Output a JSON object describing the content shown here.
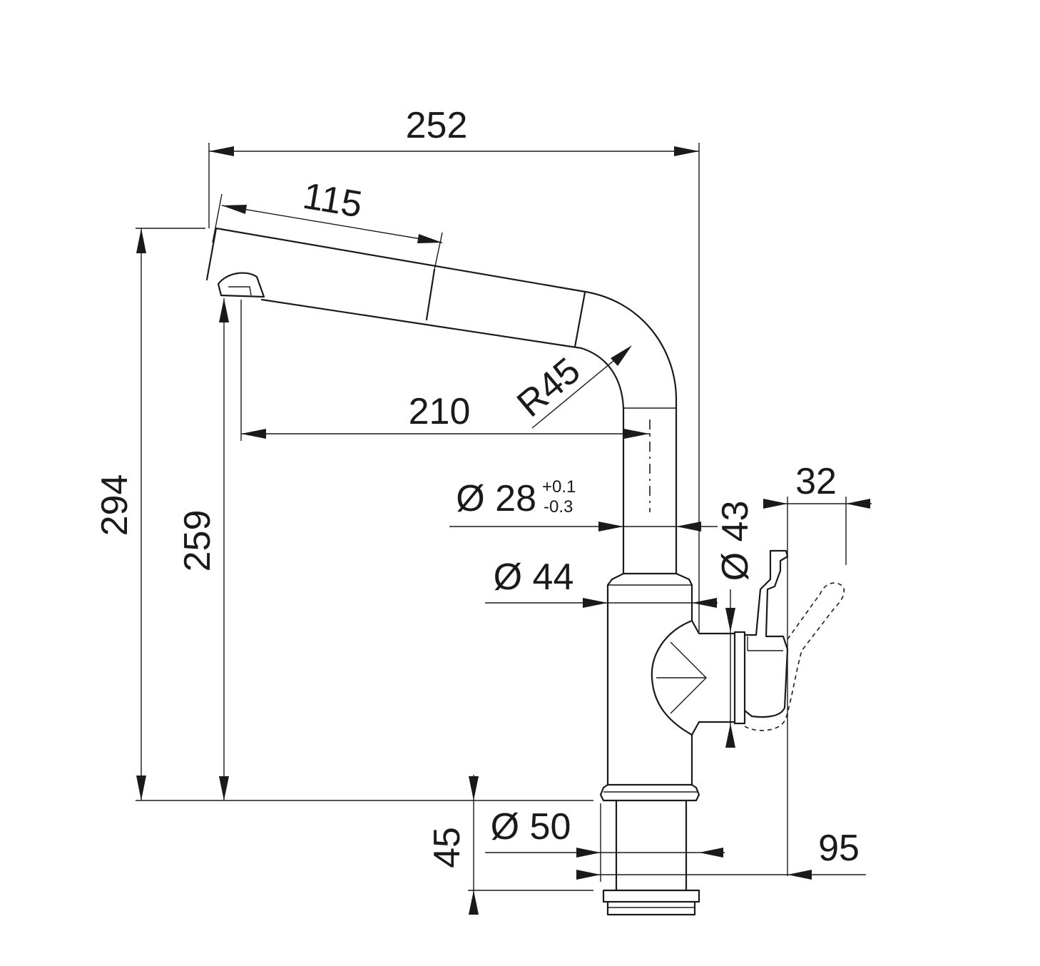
{
  "dimensions": {
    "overall_width": "252",
    "spout_extension": "115",
    "spout_reach": "210",
    "bend_radius": "R45",
    "overall_height": "294",
    "spout_height": "259",
    "tube_diameter": "Ø 28",
    "tube_tol_upper": "+0.1",
    "tube_tol_lower": "-0.3",
    "body_diameter": "Ø 44",
    "lever_diameter": "Ø 43",
    "lever_offset": "32",
    "base_diameter": "Ø 50",
    "shank_length": "45",
    "lever_projection": "95"
  }
}
